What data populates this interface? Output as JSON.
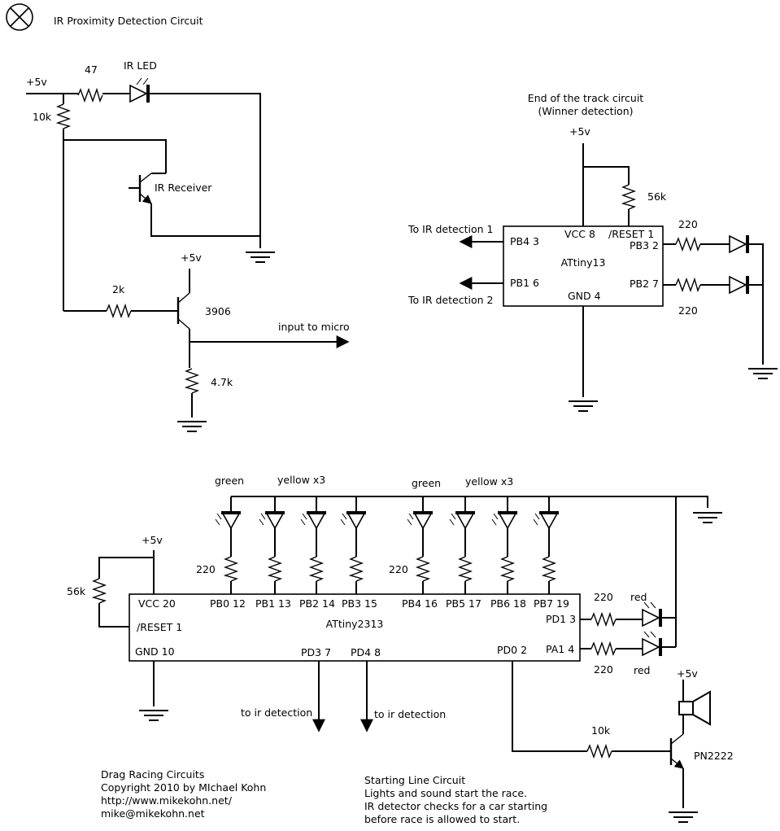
{
  "title": "IR Proximity Detection Circuit",
  "ir_circuit": {
    "supply": "+5v",
    "r_led": "47",
    "led_label": "IR LED",
    "r_pullup": "10k",
    "receiver_label": "IR Receiver",
    "transistor_supply": "+5v",
    "r_base": "2k",
    "transistor": "3906",
    "output_label": "input to micro",
    "r_emitter": "4.7k"
  },
  "track_end": {
    "title_line1": "End of the track circuit",
    "title_line2": "(Winner detection)",
    "supply": "+5v",
    "r_reset": "56k",
    "chip": "ATtiny13",
    "pins": {
      "vcc": "VCC 8",
      "reset": "/RESET 1",
      "pb4": "PB4 3",
      "pb1": "PB1 6",
      "pb3": "PB3 2",
      "pb2": "PB2 7",
      "gnd": "GND 4"
    },
    "out1": "To IR detection 1",
    "out2": "To IR detection 2",
    "r_led1": "220",
    "r_led2": "220"
  },
  "start_line": {
    "led_group1_green": "green",
    "led_group1_yellow": "yellow x3",
    "led_group2_green": "green",
    "led_group2_yellow": "yellow x3",
    "r_group1": "220",
    "r_group2": "220",
    "supply": "+5v",
    "r_reset": "56k",
    "chip": "ATtiny2313",
    "pins": {
      "vcc": "VCC 20",
      "reset": "/RESET 1",
      "gnd": "GND 10",
      "pb0": "PB0 12",
      "pb1": "PB1 13",
      "pb2": "PB2 14",
      "pb3": "PB3 15",
      "pb4": "PB4 16",
      "pb5": "PB5 17",
      "pb6": "PB6 18",
      "pb7": "PB7 19",
      "pd3": "PD3 7",
      "pd4": "PD4 8",
      "pd0": "PD0 2",
      "pd1": "PD1 3",
      "pa1": "PA1 4"
    },
    "to_ir1": "to ir detection",
    "to_ir2": "to ir detection",
    "r_red1": "220",
    "r_red2": "220",
    "red1": "red",
    "red2": "red",
    "r_base": "10k",
    "transistor": "PN2222",
    "speaker_supply": "+5v"
  },
  "credits": [
    "Drag Racing Circuits",
    "Copyright 2010 by MIchael Kohn",
    "http://www.mikekohn.net/",
    "mike@mikekohn.net"
  ],
  "start_notes": [
    "Starting Line Circuit",
    "Lights and sound start the race.",
    "IR detector checks for a car starting",
    "before race is allowed to start."
  ]
}
